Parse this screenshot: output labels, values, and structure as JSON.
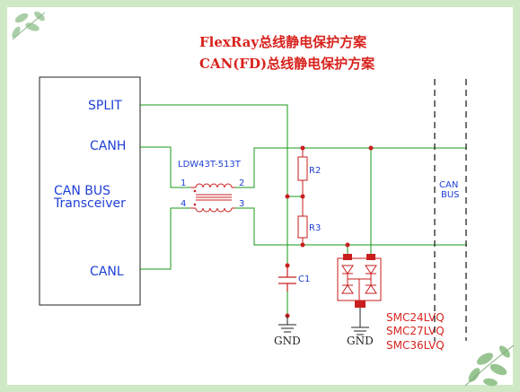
{
  "title": {
    "line1": "FlexRay总线静电保护方案",
    "line2": "CAN(FD)总线静电保护方案"
  },
  "transceiver": {
    "pin_split": "SPLIT",
    "pin_canh": "CANH",
    "pin_canl": "CANL",
    "name_line1": "CAN BUS",
    "name_line2": "Transceiver"
  },
  "choke": {
    "part": "LDW43T-513T",
    "pin1": "1",
    "pin2": "2",
    "pin3": "3",
    "pin4": "4"
  },
  "resistors": {
    "r2": "R2",
    "r3": "R3"
  },
  "capacitor": {
    "c1": "C1"
  },
  "bus": {
    "line1": "CAN",
    "line2": "BUS"
  },
  "grounds": {
    "gnd1": "GND",
    "gnd2": "GND"
  },
  "tvs_parts": [
    "SMC24LVQ",
    "SMC27LVQ",
    "SMC36LVQ"
  ],
  "colors": {
    "wire": "#1a9a1a",
    "component": "#c81e1e",
    "text_blue": "#1f3fd6",
    "title_red": "#d8231e",
    "frame_bg": "#cfe9c6"
  }
}
